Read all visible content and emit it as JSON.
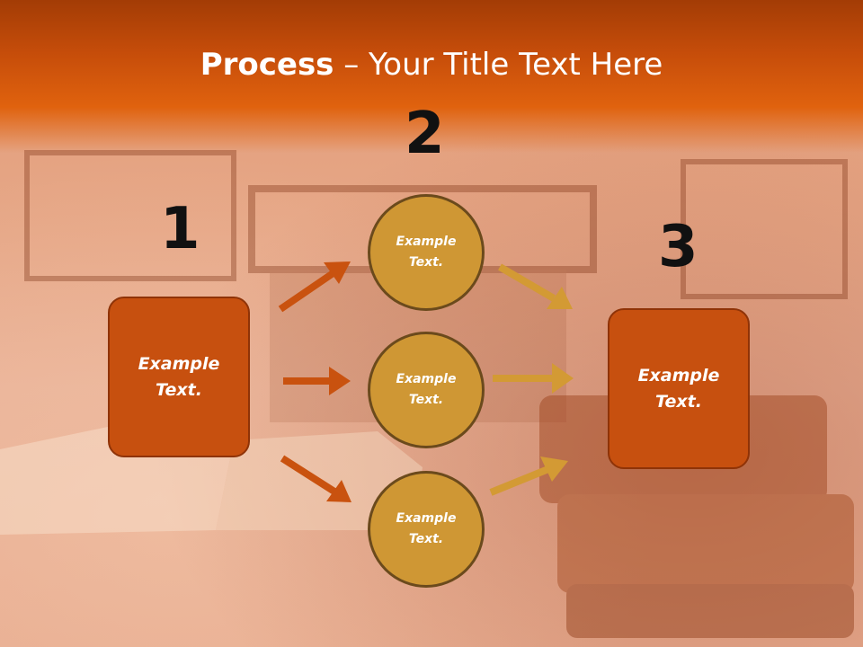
{
  "title": {
    "bold": "Process",
    "rest": " – Your Title Text Here"
  },
  "steps": {
    "one": {
      "number": "1",
      "label": "Example\nText."
    },
    "two": {
      "number": "2",
      "items": [
        "Example\nText.",
        "Example\nText.",
        "Example\nText."
      ]
    },
    "three": {
      "number": "3",
      "label": "Example\nText."
    }
  },
  "colors": {
    "box": "#c7500f",
    "circle": "#cf9734",
    "arrow_left": "#c9520f",
    "arrow_right": "#d39a34"
  }
}
